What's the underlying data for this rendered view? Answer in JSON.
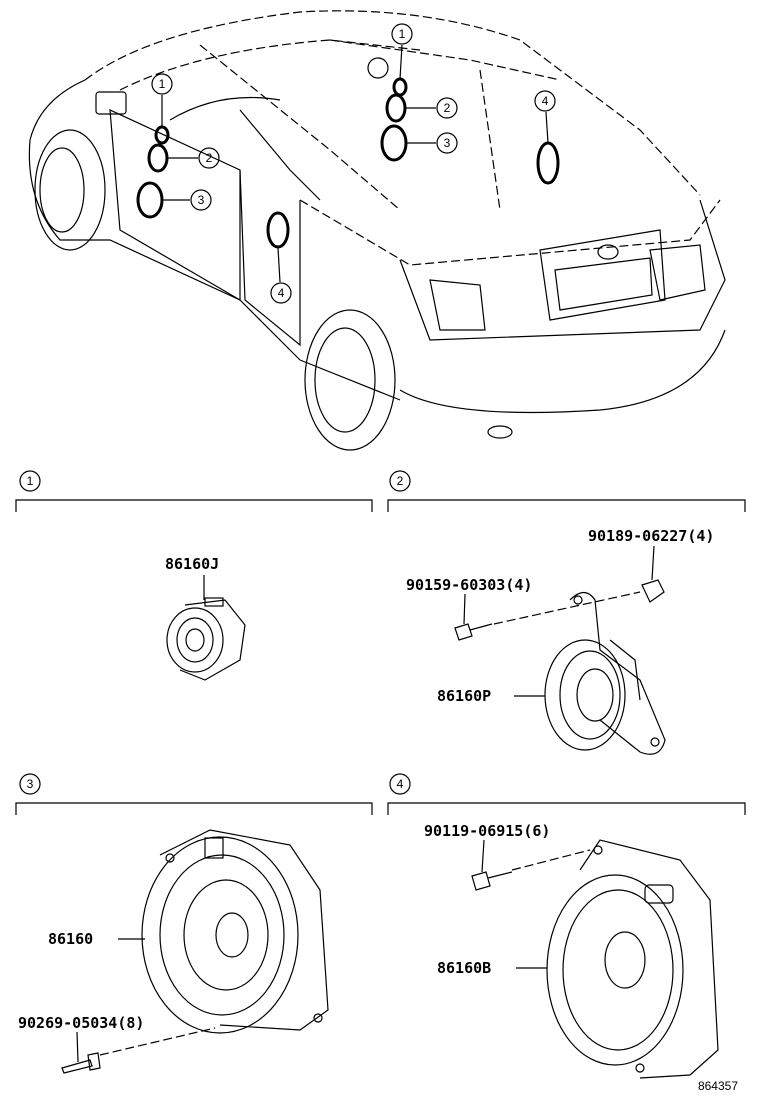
{
  "callouts": {
    "c1": "1",
    "c2": "2",
    "c3": "3",
    "c4": "4"
  },
  "sections": [
    {
      "id": "1",
      "parts": [
        {
          "number": "86160J"
        }
      ]
    },
    {
      "id": "2",
      "parts": [
        {
          "number": "90189-06227(4)"
        },
        {
          "number": "90159-60303(4)"
        },
        {
          "number": "86160P"
        }
      ]
    },
    {
      "id": "3",
      "parts": [
        {
          "number": "86160"
        },
        {
          "number": "90269-05034(8)"
        }
      ]
    },
    {
      "id": "4",
      "parts": [
        {
          "number": "90119-06915(6)"
        },
        {
          "number": "86160B"
        }
      ]
    }
  ],
  "illustration_id": "864357"
}
